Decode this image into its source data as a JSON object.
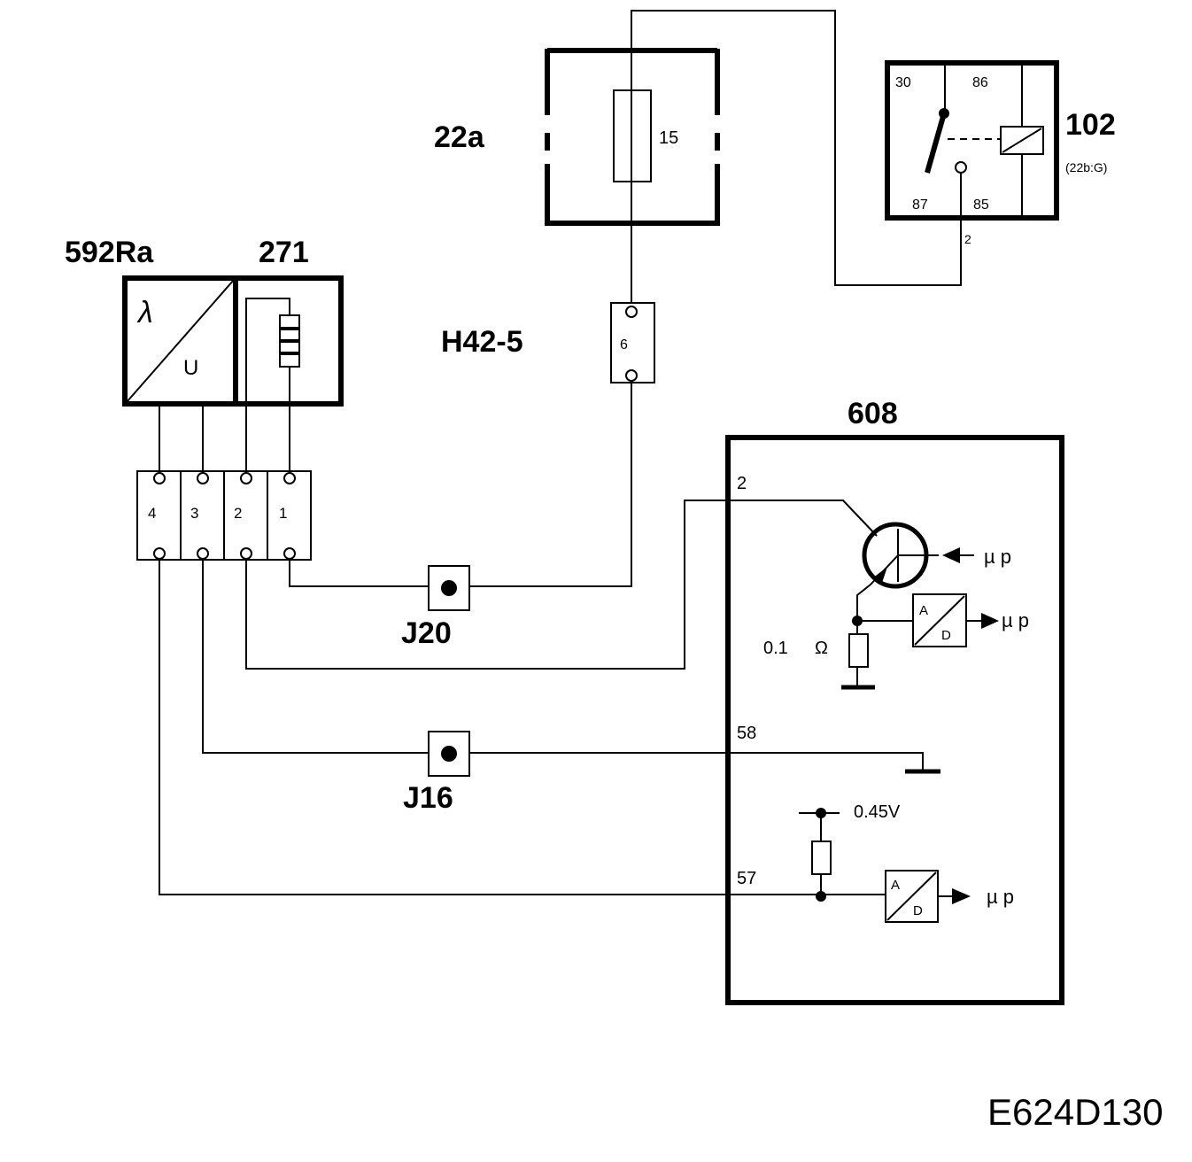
{
  "components": {
    "fuse_box": {
      "id": "22a",
      "fuse_number": "15"
    },
    "relay": {
      "id": "102",
      "ref": "(22b:G)",
      "pin_30": "30",
      "pin_86": "86",
      "pin_87": "87",
      "pin_85": "85",
      "wire_pin": "2"
    },
    "lambda_sensor": {
      "id": "592Ra",
      "symbol": "λ",
      "unit": "U"
    },
    "heater": {
      "id": "271"
    },
    "connector_h42": {
      "id": "H42-5",
      "pin": "6"
    },
    "sensor_connector": {
      "pins": [
        "4",
        "3",
        "2",
        "1"
      ]
    },
    "junction_j20": {
      "id": "J20"
    },
    "junction_j16": {
      "id": "J16"
    },
    "ecu": {
      "id": "608",
      "pin_2": "2",
      "pin_58": "58",
      "pin_57": "57",
      "resistor_value": "0.1",
      "ohm_symbol": "Ω",
      "voltage_ref": "0.45V",
      "adc_a": "A",
      "adc_d": "D",
      "mp_label": "µ p"
    }
  },
  "diagram_code": "E624D130"
}
